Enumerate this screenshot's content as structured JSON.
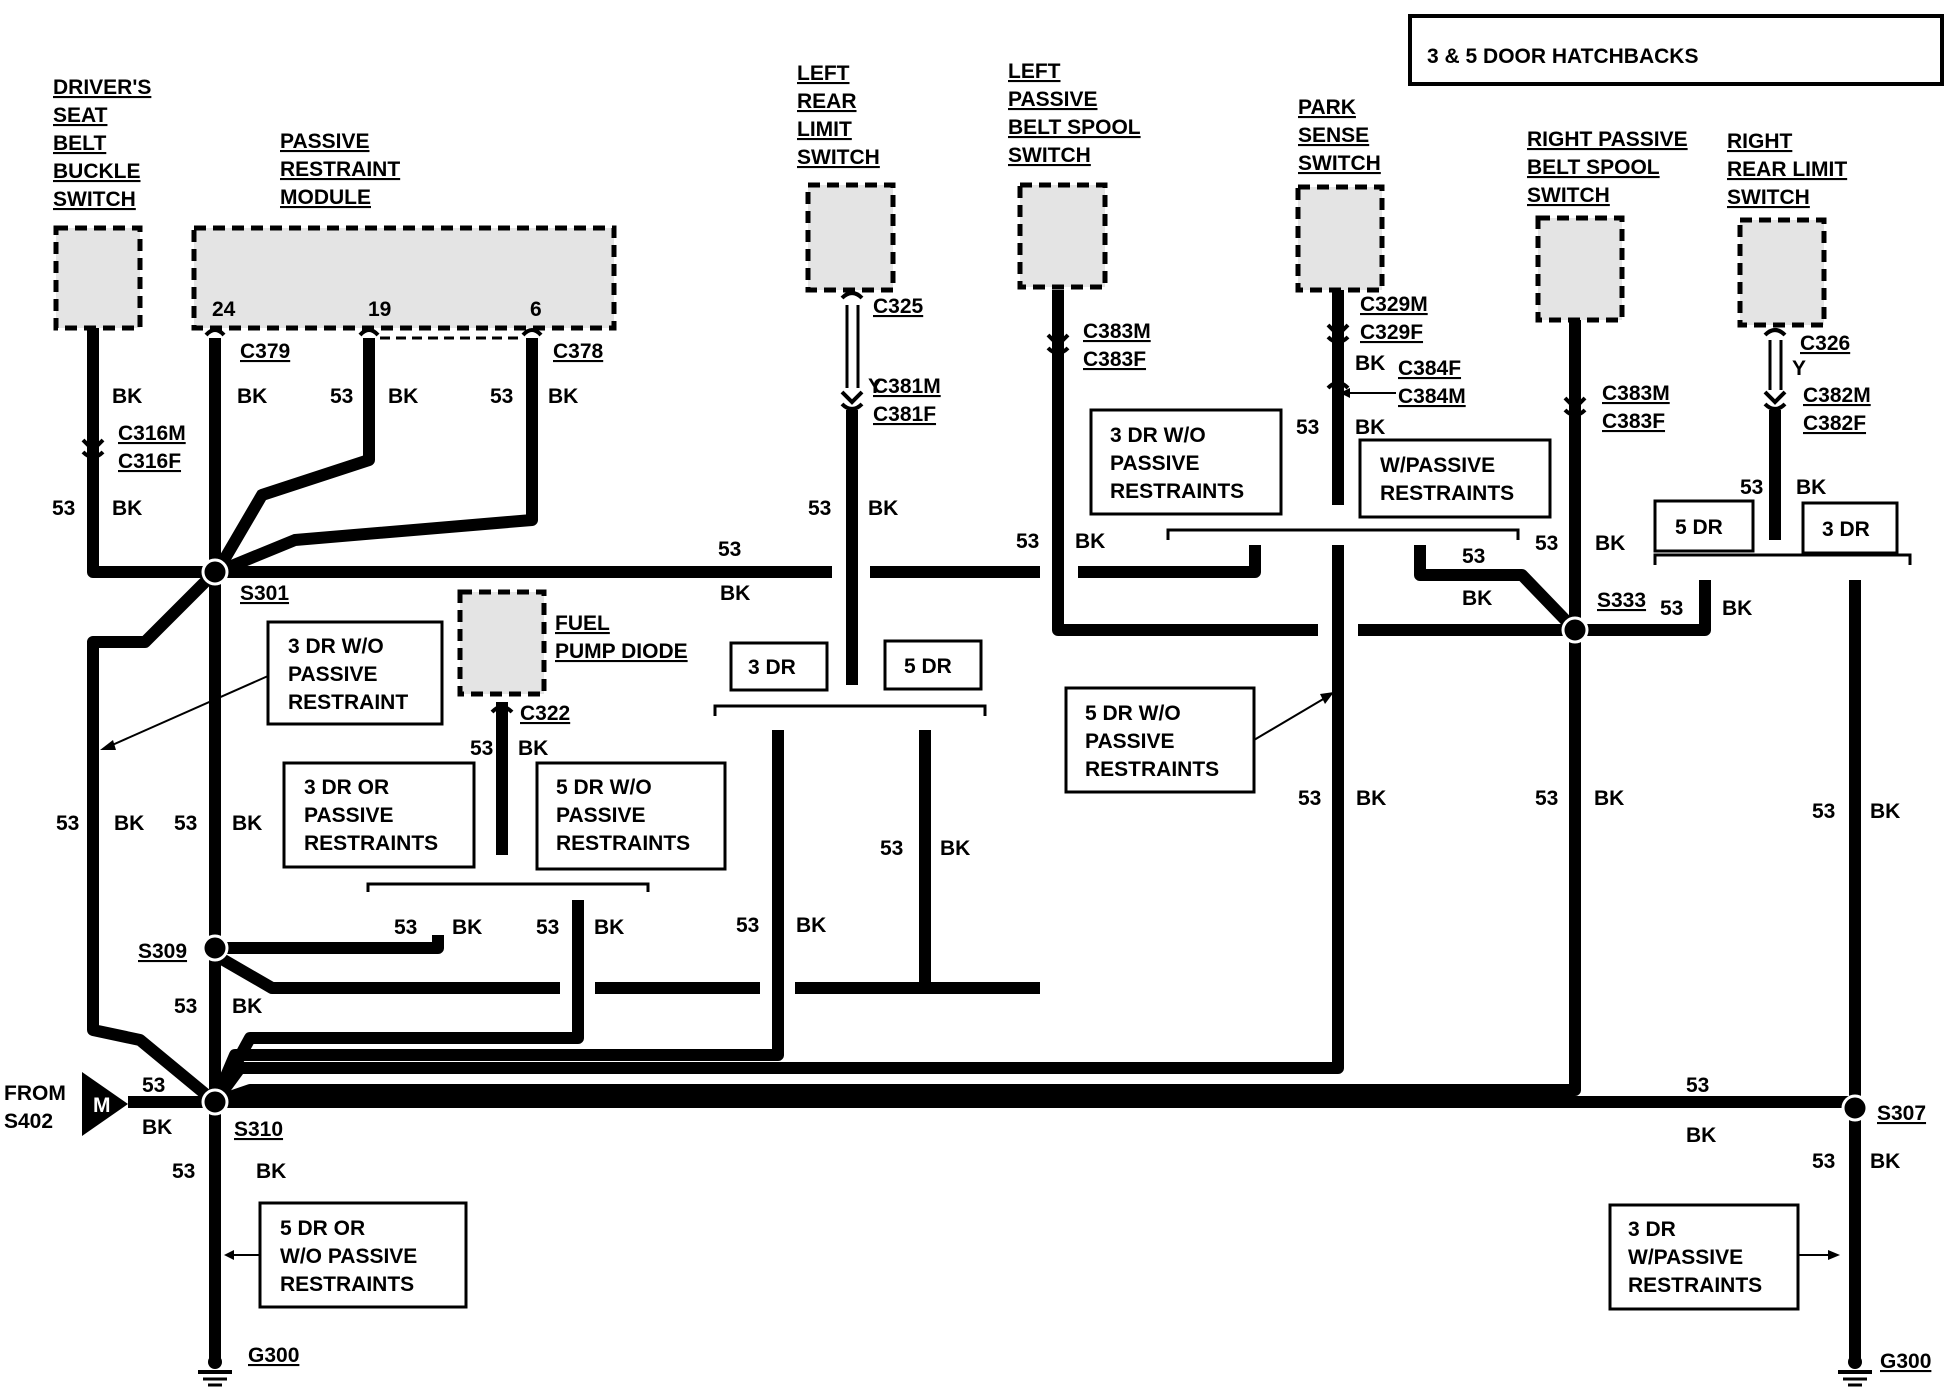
{
  "title": "3 & 5 DOOR HATCHBACKS",
  "components": {
    "drivers_seat_belt_switch": [
      "DRIVER'S",
      "SEAT",
      "BELT",
      "BUCKLE",
      "SWITCH"
    ],
    "passive_restraint_module": [
      "PASSIVE",
      "RESTRAINT",
      "MODULE"
    ],
    "module_pins": [
      "24",
      "19",
      "6"
    ],
    "left_rear_limit_switch": [
      "LEFT",
      "REAR",
      "LIMIT",
      "SWITCH"
    ],
    "left_passive_belt_spool_switch": [
      "LEFT",
      "PASSIVE",
      "BELT SPOOL",
      "SWITCH"
    ],
    "park_sense_switch": [
      "PARK",
      "SENSE",
      "SWITCH"
    ],
    "right_passive_belt_spool_switch": [
      "RIGHT PASSIVE",
      "BELT SPOOL",
      "SWITCH"
    ],
    "right_rear_limit_switch": [
      "RIGHT",
      "REAR LIMIT",
      "SWITCH"
    ],
    "fuel_pump_diode": [
      "FUEL",
      "PUMP DIODE"
    ]
  },
  "connectors": {
    "c379": "C379",
    "c378": "C378",
    "c316": [
      "C316M",
      "C316F"
    ],
    "c325": "C325",
    "c381": [
      "C381M",
      "C381F"
    ],
    "c383_left": [
      "C383M",
      "C383F"
    ],
    "c329": [
      "C329M",
      "C329F"
    ],
    "c384": [
      "C384F",
      "C384M"
    ],
    "c383_right": [
      "C383M",
      "C383F"
    ],
    "c326": "C326",
    "c382": [
      "C382M",
      "C382F"
    ],
    "c322": "C322"
  },
  "splices": {
    "s301": "S301",
    "s309": "S309",
    "s310": "S310",
    "s333": "S333",
    "s307": "S307"
  },
  "grounds": {
    "g300_left": "G300",
    "g300_right": "G300"
  },
  "from": [
    "FROM",
    "S402"
  ],
  "from_symbol": "M",
  "option_boxes": {
    "dr3_wo_passive_restraint": [
      "3 DR W/O",
      "PASSIVE",
      "RESTRAINT"
    ],
    "dr3_or_passive_restraints": [
      "3 DR OR",
      "PASSIVE",
      "RESTRAINTS"
    ],
    "dr5_wo_passive_restraints_fuel": [
      "5 DR W/O",
      "PASSIVE",
      "RESTRAINTS"
    ],
    "dr3_left": "3 DR",
    "dr5_left": "5 DR",
    "dr3_wo_passive_restraints_park": [
      "3 DR W/O",
      "PASSIVE",
      "RESTRAINTS"
    ],
    "w_passive_restraints": [
      "W/PASSIVE",
      "RESTRAINTS"
    ],
    "dr5_wo_passive_restraints_mid": [
      "5 DR W/O",
      "PASSIVE",
      "RESTRAINTS"
    ],
    "dr5_right": "5 DR",
    "dr3_right": "3 DR",
    "dr5_or_wo_passive_restraints": [
      "5 DR OR",
      "W/O PASSIVE",
      "RESTRAINTS"
    ],
    "dr3_w_passive_restraints": [
      "3 DR",
      "W/PASSIVE",
      "RESTRAINTS"
    ]
  },
  "wire": {
    "circuit": "53",
    "color": "BK",
    "color_yellow": "Y"
  }
}
